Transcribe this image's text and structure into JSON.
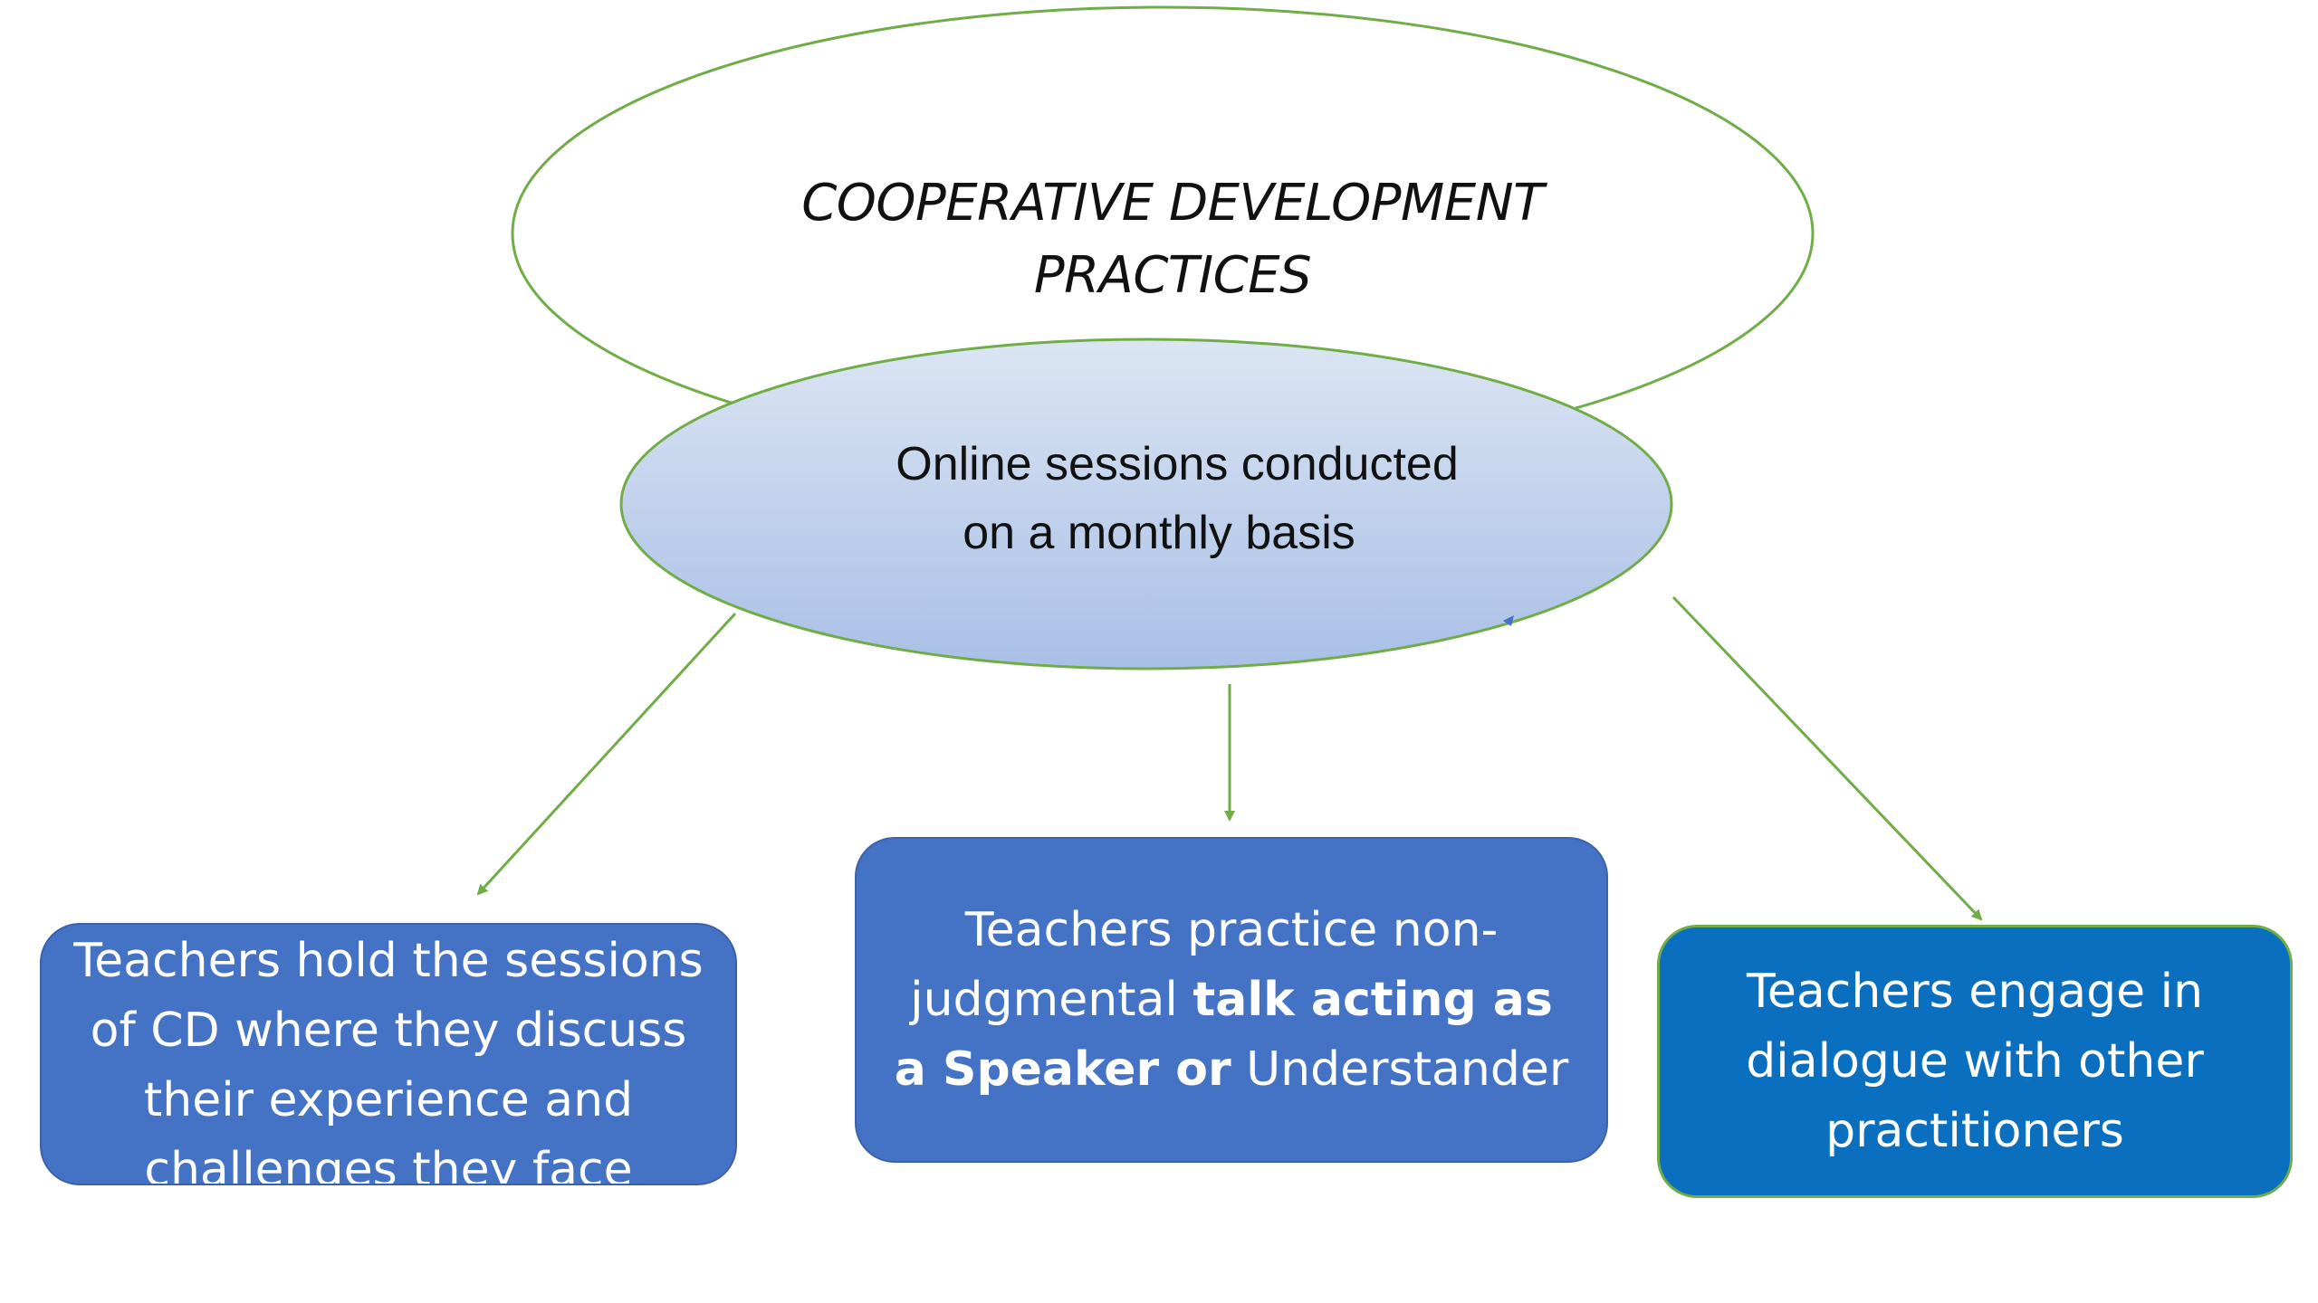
{
  "title": {
    "line1": "COOPERATIVE DEVELOPMENT",
    "line2": "PRACTICES"
  },
  "center": {
    "line1": "Online sessions conducted",
    "line2": "on a monthly basis"
  },
  "boxes": {
    "left": {
      "text": "Teachers hold the sessions of CD where they discuss their experience and challenges they face"
    },
    "middle": {
      "part1": "Teachers practice non-judgmental ",
      "bold": "talk acting as a Speaker or",
      "part2": " Understander"
    },
    "right": {
      "text": "Teachers engage in dialogue with other practitioners"
    }
  },
  "colors": {
    "outline_green": "#70ad47",
    "box_blue": "#4472c4",
    "box_blue_dark": "#0b6fc0",
    "ellipse_fill_top": "#dbe5f3",
    "ellipse_fill_bottom": "#a9bfe6"
  }
}
